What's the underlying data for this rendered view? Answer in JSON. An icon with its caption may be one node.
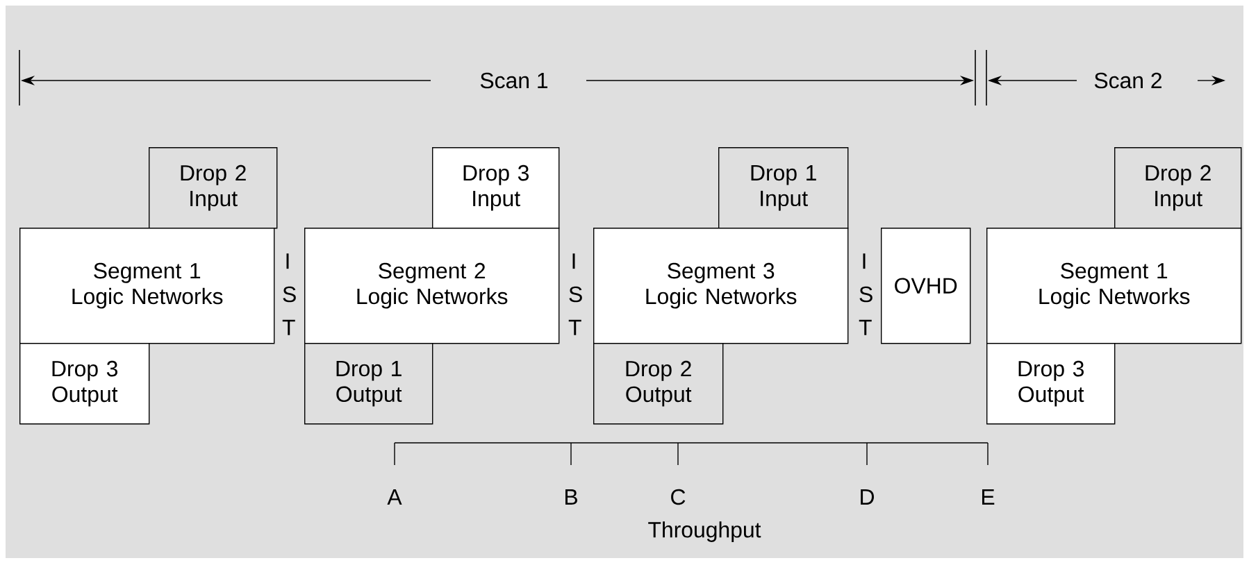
{
  "diagram": {
    "nodes": [
      {
        "text": [
          "Drop 2 Input"
        ]
      },
      {
        "text": [
          "Segment 1 Logic Networks"
        ]
      },
      {
        "text": [
          "Drop 3 Output"
        ]
      },
      {
        "text": [
          "Drop 3 Input"
        ]
      },
      {
        "text": [
          "Segment 2 Logic Networks"
        ]
      },
      {
        "text": [
          "Drop 1 Output"
        ]
      },
      {
        "text": [
          "Drop 1 Input"
        ]
      },
      {
        "text": [
          "Segment 3 Logic Networks"
        ]
      },
      {
        "text": [
          "Drop 2 Output"
        ]
      },
      {
        "text": [
          "OVHD"
        ]
      },
      {
        "text": [
          "Drop 2 Input"
        ]
      },
      {
        "text": [
          "Segment 1 Logic Networks"
        ]
      },
      {
        "text": [
          "Drop 3 Output"
        ]
      }
    ],
    "labels": [
      "Scan 1",
      "Scan 2",
      "I S T",
      "I S T",
      "I S T",
      "A",
      "B",
      "C",
      "D",
      "E",
      "Throughput"
    ]
  }
}
